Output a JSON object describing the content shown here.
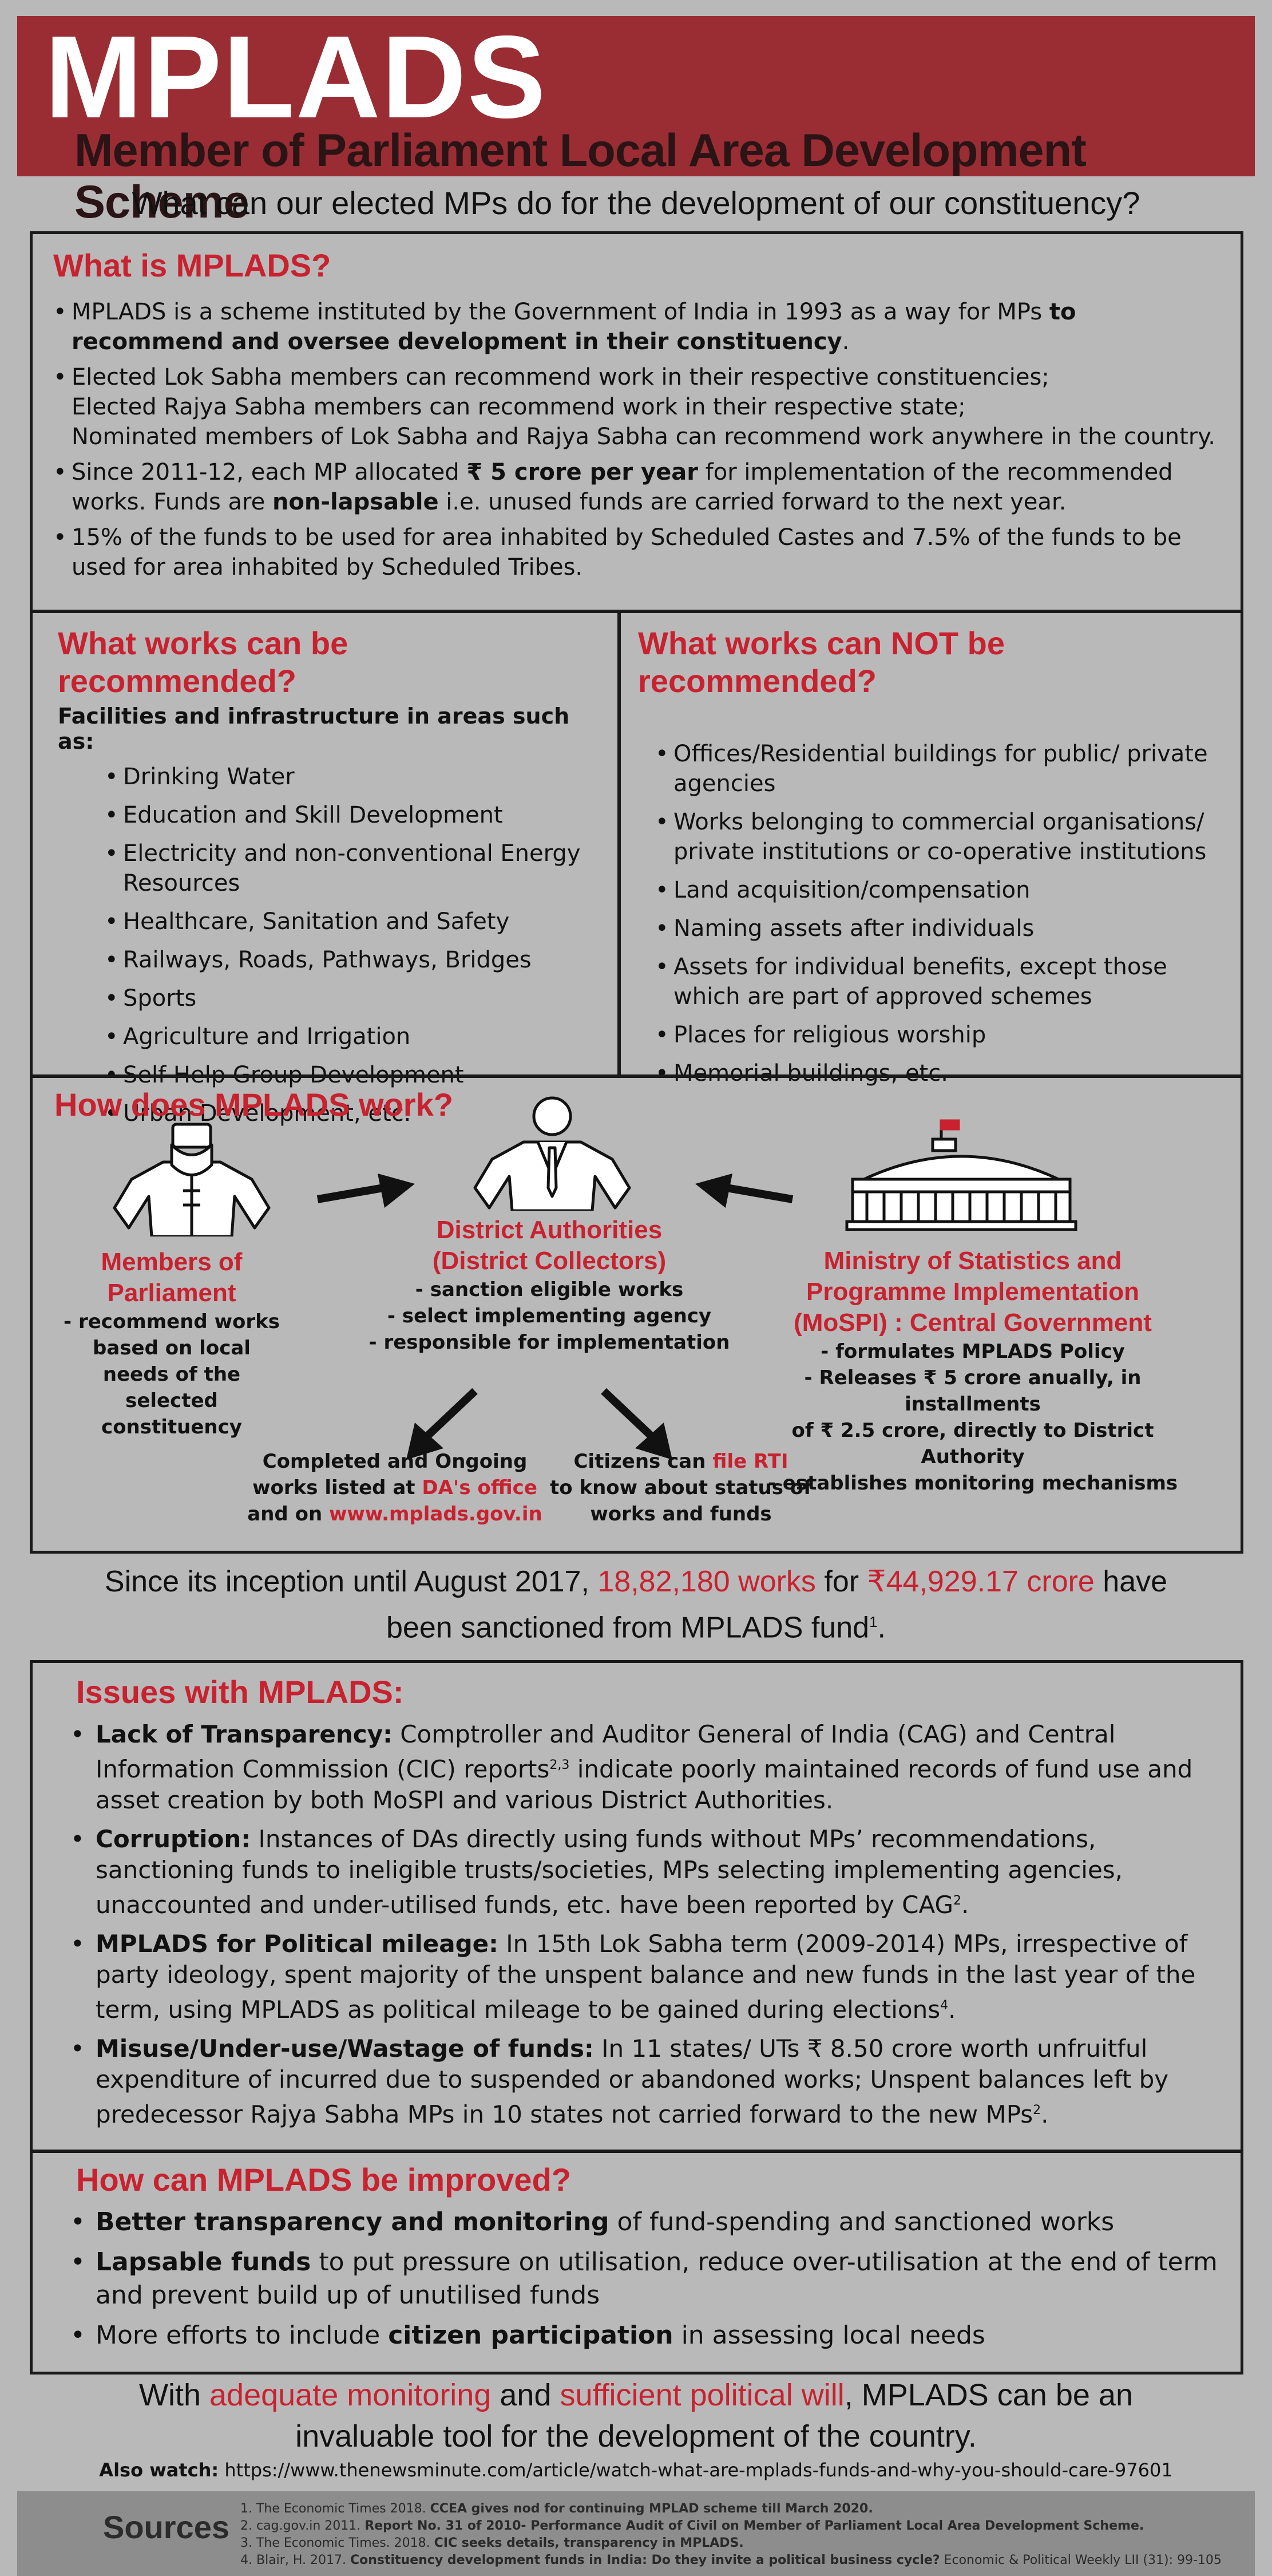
{
  "header": {
    "title": "MPLADS",
    "subtitle": "Member of Parliament Local Area Development Scheme"
  },
  "question": "What can our elected MPs do for the development of our constituency?",
  "what_is": {
    "title": "What is MPLADS?",
    "b1_pre": "MPLADS is a scheme instituted by the Government of India in 1993 as a way for MPs ",
    "b1_bold": "to recommend and oversee development in their constituency",
    "b1_post": ".",
    "b2_l1": "Elected Lok Sabha members can recommend work in their respective constituencies;",
    "b2_l2": "Elected Rajya Sabha members can recommend work in their respective state;",
    "b2_l3": "Nominated members of Lok Sabha and Rajya Sabha can recommend work anywhere in the country.",
    "b3_pre": "Since 2011-12, each MP allocated ",
    "b3_bold": "₹ 5 crore per year",
    "b3_mid": " for implementation of the recommended works. Funds are ",
    "b3_bold2": "non-lapsable",
    "b3_post": " i.e. unused funds are carried forward to the next year.",
    "b4": "15% of the funds to be used for area inhabited by Scheduled Castes and 7.5% of the funds to be used for area inhabited by Scheduled Tribes."
  },
  "can": {
    "title": "What works can be recommended?",
    "subtitle": "Facilities and infrastructure in areas such as:",
    "items": [
      "Drinking Water",
      "Education and Skill Development",
      "Electricity and non-conventional Energy Resources",
      "Healthcare, Sanitation and Safety",
      "Railways, Roads, Pathways, Bridges",
      "Sports",
      "Agriculture and Irrigation",
      "Self Help Group Development",
      "Urban Development, etc."
    ]
  },
  "cannot": {
    "title": "What works can NOT be recommended?",
    "items": [
      "Offices/Residential buildings for public/ private agencies",
      "Works belonging to commercial organisations/ private institutions or co-operative institutions",
      "Land acquisition/compensation",
      "Naming assets after individuals",
      "Assets for individual benefits, except those which are part of approved schemes",
      "Places for religious worship",
      "Memorial buildings, etc."
    ]
  },
  "how": {
    "title": "How does MPLADS work?",
    "mp_title": "Members of Parliament",
    "mp_desc": "- recommend works based on local needs of the selected constituency",
    "da_title1": "District Authorities",
    "da_title2": "(District Collectors)",
    "da_d1": "- sanction eligible works",
    "da_d2": "- select implementing agency",
    "da_d3": "- responsible for implementation",
    "mos_title1": "Ministry of Statistics and",
    "mos_title2": "Programme Implementation",
    "mos_title3": "(MoSPI) : Central Government",
    "mos_d1": "- formulates MPLADS Policy",
    "mos_d2": "- Releases ₹ 5 crore anually, in installments",
    "mos_d3": "of ₹ 2.5 crore, directly to District Authority",
    "mos_d4": "- establishes monitoring mechanisms",
    "works_l1": "Completed and Ongoing",
    "works_l2_pre": "works listed at ",
    "works_l2_red": "DA's office",
    "works_l3_pre": "and on ",
    "works_l3_red": "www.mplads.gov.in",
    "rti_l1_pre": "Citizens can ",
    "rti_l1_red": "file RTI",
    "rti_l2": "to know about status of",
    "rti_l3": "works and funds"
  },
  "inception": {
    "pre": "Since its inception until August 2017, ",
    "works": "18,82,180 works",
    "mid": " for ",
    "amount": "₹44,929.17 crore",
    "post": " have",
    "line2": "been sanctioned from MPLADS fund",
    "sup": "1",
    "end": "."
  },
  "issues": {
    "title": "Issues with MPLADS:",
    "i1_bold": "Lack of Transparency:",
    "i1_text": " Comptroller and Auditor General of India (CAG) and Central Information Commission (CIC) reports",
    "i1_sup": "2,3",
    "i1_text2": " indicate poorly maintained records of fund use and asset creation by both MoSPI and various District Authorities.",
    "i2_bold": "Corruption:",
    "i2_text": " Instances of DAs directly using funds without MPs’ recommendations, sanctioning funds to ineligible trusts/societies, MPs selecting implementing agencies, unaccounted and under-utilised funds, etc. have been reported by CAG",
    "i2_sup": "2",
    "i2_end": ".",
    "i3_bold": "MPLADS for Political mileage:",
    "i3_text": " In 15th Lok Sabha term (2009-2014) MPs, irrespective of party ideology, spent majority of the unspent balance and new funds in the last year of the term, using MPLADS as political mileage to be gained during elections",
    "i3_sup": "4",
    "i3_end": ".",
    "i4_bold": "Misuse/Under-use/Wastage of funds:",
    "i4_text": " In 11 states/ UTs ₹ 8.50 crore worth unfruitful expenditure of incurred due to suspended or abandoned works; Unspent balances left by predecessor Rajya Sabha MPs in 10 states not carried forward to the new MPs",
    "i4_sup": "2",
    "i4_end": "."
  },
  "improve": {
    "title": "How can MPLADS be improved?",
    "i1_bold": "Better transparency and monitoring",
    "i1_text": " of fund-spending and sanctioned works",
    "i2_bold": "Lapsable funds",
    "i2_text": " to put pressure on utilisation, reduce over-utilisation at the end of term and prevent build up of unutilised funds",
    "i3_pre": "More efforts to include ",
    "i3_bold": "citizen participation",
    "i3_text": " in assessing local needs"
  },
  "closing": {
    "pre": "With ",
    "red1": "adequate monitoring",
    "mid": " and ",
    "red2": "sufficient political will",
    "post": ", MPLADS can be an",
    "line2": "invaluable tool for the development of the country."
  },
  "also_watch": {
    "label": "Also watch:",
    "url": " https://www.thenewsminute.com/article/watch-what-are-mplads-funds-and-why-you-should-care-97601"
  },
  "sources": {
    "label": "Sources",
    "s1_pre": "1. The Economic Times 2018. ",
    "s1_bold": "CCEA gives nod for continuing MPLAD scheme till March 2020.",
    "s2_pre": "2. cag.gov.in 2011. ",
    "s2_bold": "Report No. 31 of 2010- Performance Audit of Civil on Member of Parliament Local Area Development Scheme.",
    "s3_pre": "3. The Economic Times. 2018. ",
    "s3_bold": "CIC seeks details, transparency in MPLADS.",
    "s4_pre": "4. Blair, H. 2017. ",
    "s4_bold": "Constituency development funds in India: Do they invite a political business cycle?",
    "s4_post": " Economic & Political Weekly LII (31): 99-105"
  },
  "colors": {
    "header_bg": "#9a2d33",
    "accent_red": "#c8212f",
    "page_bg": "#b9b9b9",
    "sources_bg": "#8d8d8d"
  }
}
